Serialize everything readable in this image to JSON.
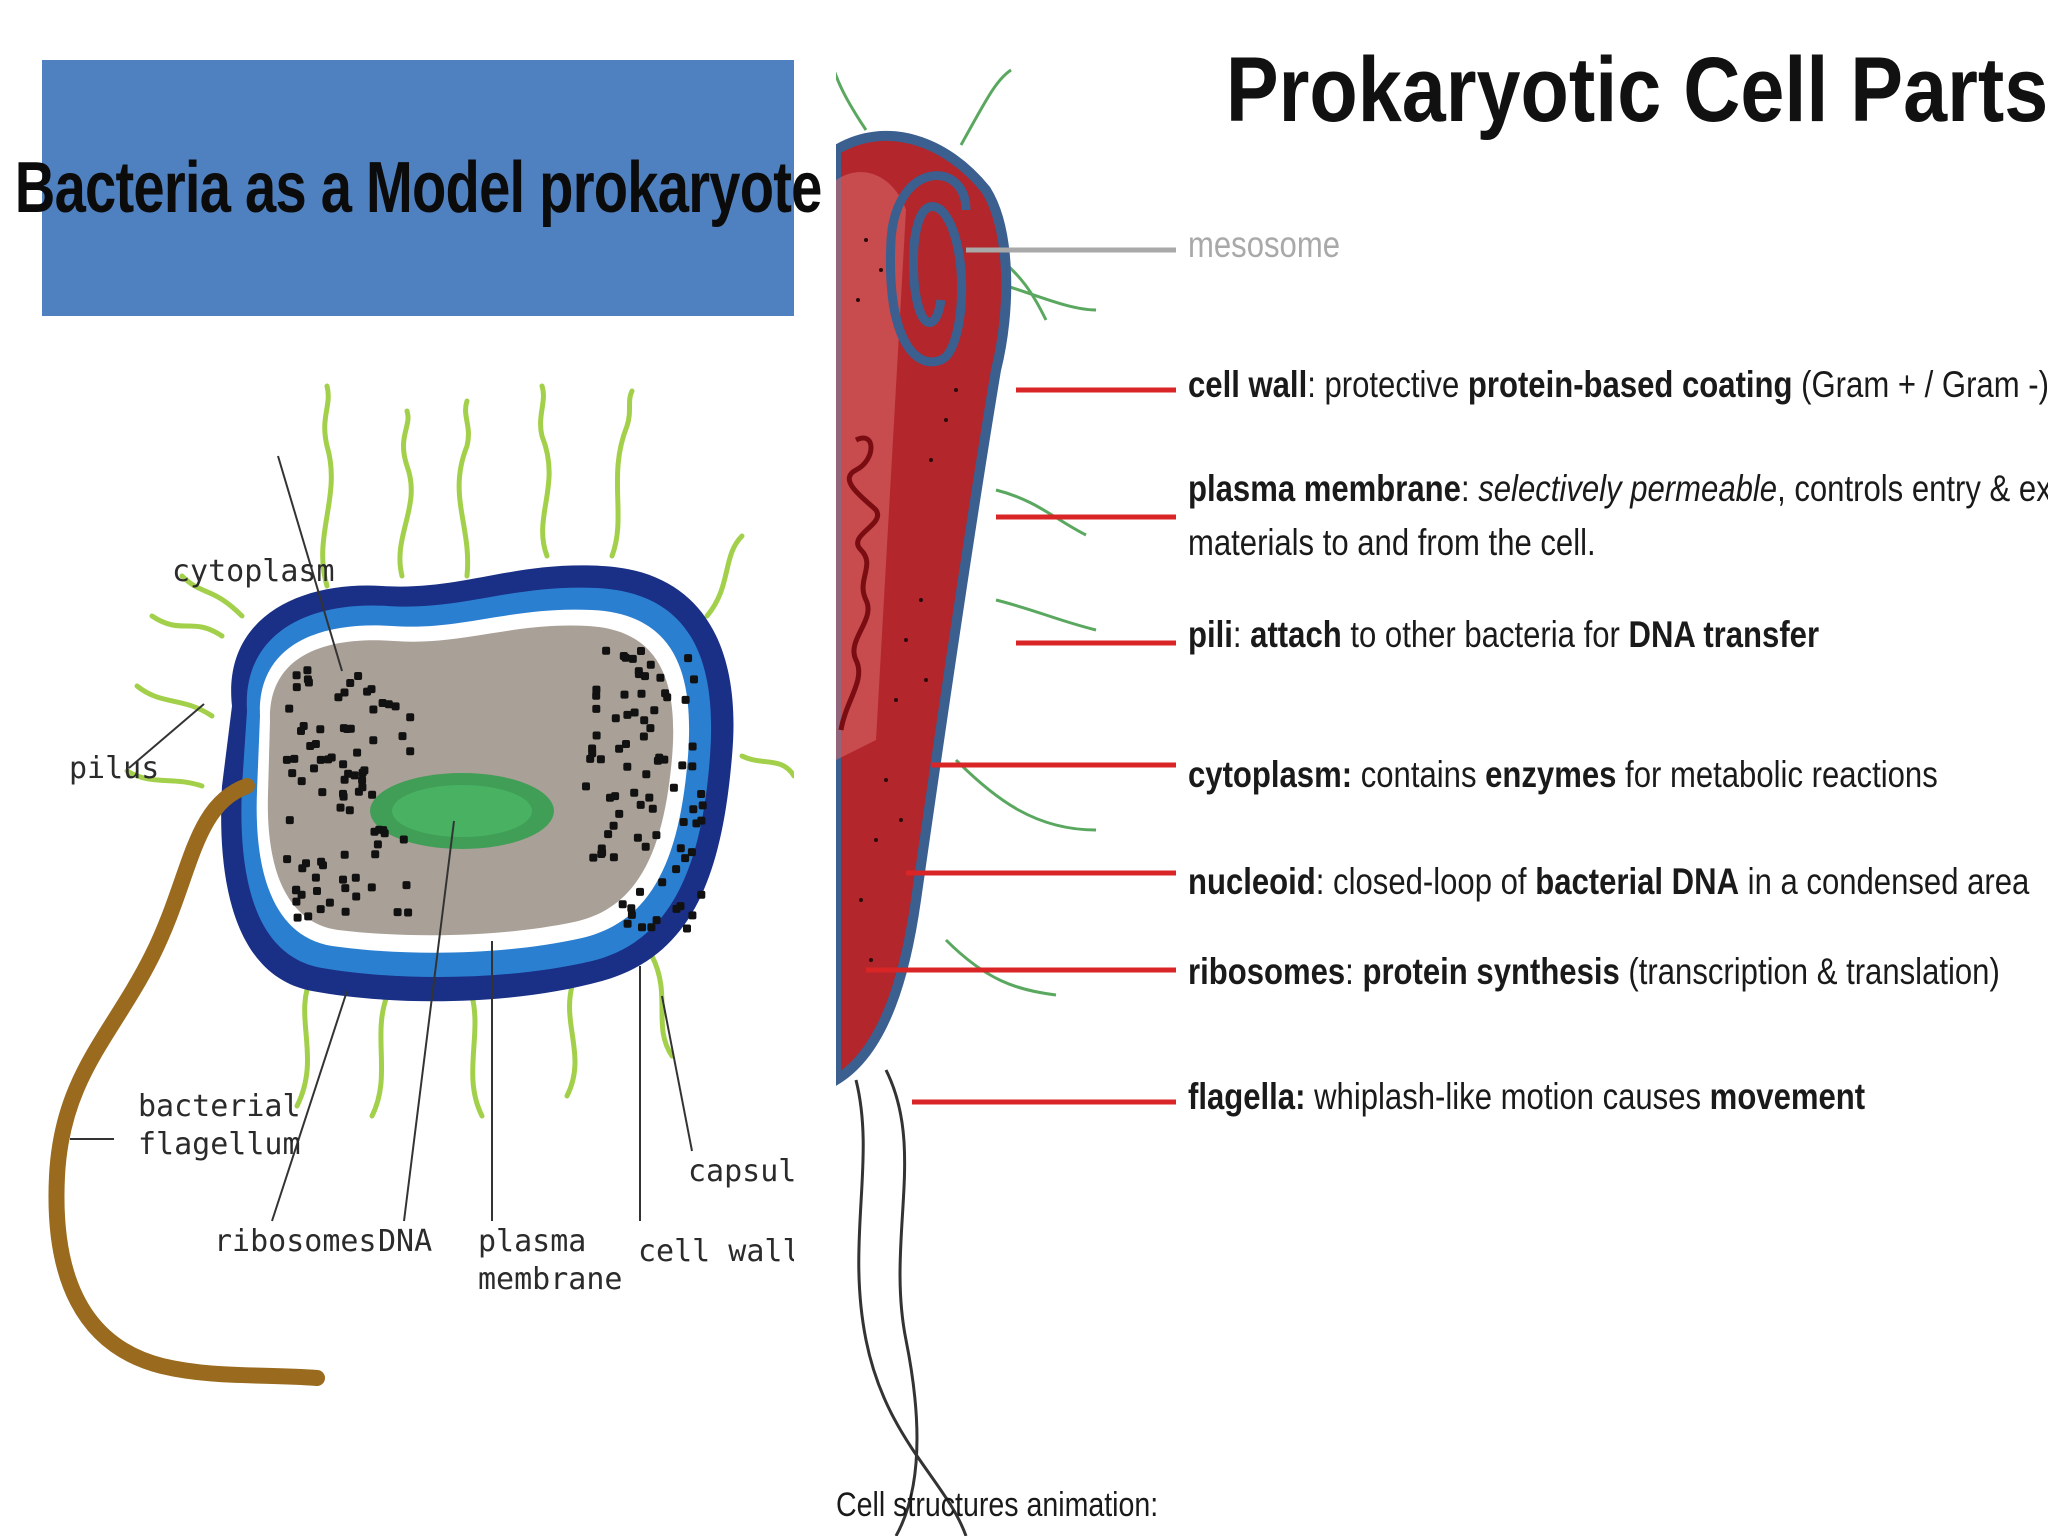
{
  "left": {
    "title": "Bacteria as a Model prokaryote",
    "labels": {
      "cytoplasm": "cytoplasm",
      "pilus": "pilus",
      "flagellum_1": "bacterial",
      "flagellum_2": "flagellum",
      "ribosomes": "ribosomes",
      "dna": "DNA",
      "membrane_1": "plasma",
      "membrane_2": "membrane",
      "cell_wall": "cell wall",
      "capsule": "capsule"
    },
    "colors": {
      "title_bg": "#4f80bf",
      "capsule": "#1a2f86",
      "wall": "#2b7fd1",
      "cytoplasm": "#a9a097",
      "dna": "#2f9e4a",
      "pili": "#a3d04a",
      "flagellum": "#9a6a1e"
    }
  },
  "right": {
    "title": "Prokaryotic Cell Parts",
    "mesosome": "mesosome",
    "parts": {
      "cell_wall": {
        "term": "cell wall",
        "sep": ": protective ",
        "bold": "protein-based coating",
        "rest": " (Gram + / Gram -)"
      },
      "plasma_membrane": {
        "term": "plasma membrane",
        "sep": ": ",
        "italic": "selectively permeable",
        "rest": ", controls entry & exit of",
        "line2": "materials to and from the cell."
      },
      "pili": {
        "term": "pili",
        "sep": ": ",
        "bold": "attach",
        "mid": " to other bacteria for ",
        "bold2": "DNA transfer"
      },
      "cytoplasm": {
        "term": "cytoplasm:",
        "mid": " contains ",
        "bold": "enzymes",
        "rest": " for metabolic reactions"
      },
      "nucleoid": {
        "term": "nucleoid",
        "mid": ": closed-loop of ",
        "bold": "bacterial DNA",
        "rest": " in a condensed area"
      },
      "ribosomes": {
        "term": "ribosomes",
        "sep": ": ",
        "bold": "protein synthesis",
        "rest": " (transcription & translation)"
      },
      "flagella": {
        "term": "flagella:",
        "mid": " whiplash-like motion causes ",
        "bold": "movement"
      }
    },
    "footer": "Cell structures animation:",
    "colors": {
      "cell_body": "#b3262c",
      "cell_edge": "#3b5f8f",
      "pointer": "#d92525"
    }
  }
}
